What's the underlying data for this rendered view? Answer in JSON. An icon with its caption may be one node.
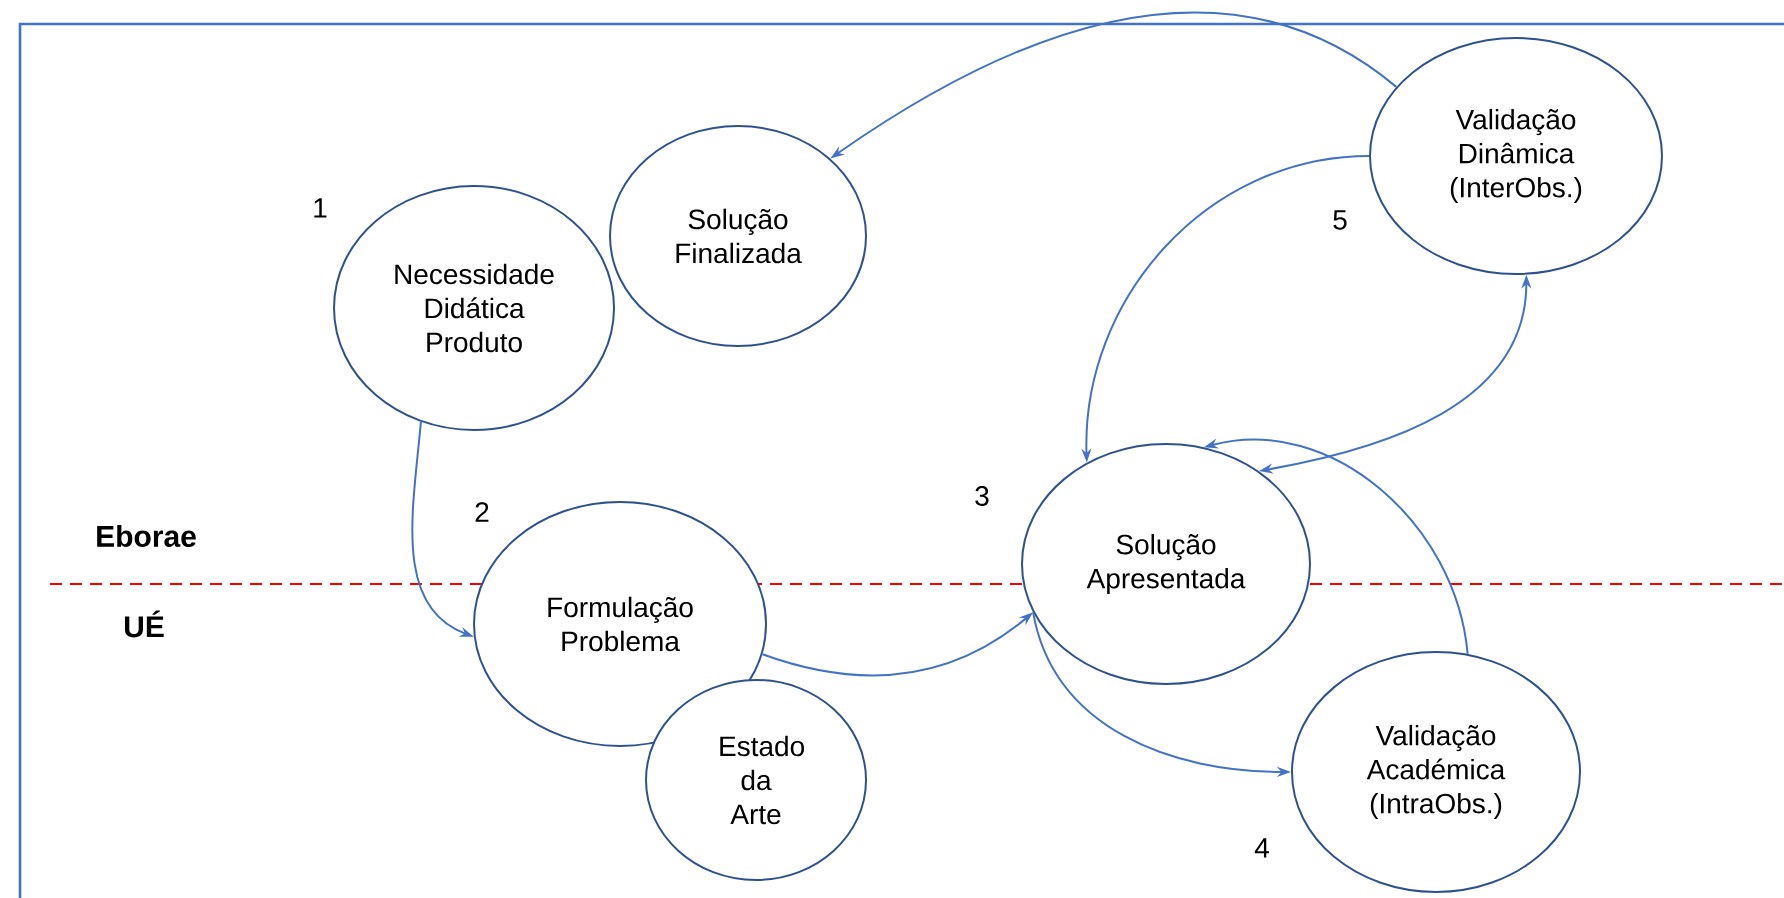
{
  "diagram": {
    "nodes": [
      {
        "text": [
          "Necessidade Didática Produto"
        ],
        "beside": [
          "1"
        ]
      },
      {
        "text": [
          "Solução Finalizada"
        ]
      },
      {
        "text": [
          "Formulação Problema"
        ],
        "beside": [
          "2"
        ]
      },
      {
        "text": [
          "Estado da Arte"
        ]
      },
      {
        "text": [
          "Solução Apresentada"
        ],
        "beside": [
          "3"
        ]
      },
      {
        "text": [
          "Validação Académica (IntraObs.)"
        ],
        "beside": [
          "4"
        ]
      },
      {
        "text": [
          "Validação Dinâmica (InterObs.)"
        ],
        "beside": [
          "5"
        ]
      }
    ],
    "edges": [
      {
        "from": 0,
        "to": 2,
        "arrow": "to"
      },
      {
        "from": 2,
        "to": 4,
        "arrow": "to"
      },
      {
        "from": 4,
        "to": 5,
        "arrow": "to"
      },
      {
        "from": 5,
        "to": 4,
        "arrow": "to"
      },
      {
        "from": 4,
        "to": 6,
        "arrow": "both"
      },
      {
        "from": 6,
        "to": 4,
        "arrow": "to"
      },
      {
        "from": 6,
        "to": 1,
        "arrow": "to"
      }
    ],
    "labels": [
      "Eborae",
      "UÉ"
    ]
  }
}
